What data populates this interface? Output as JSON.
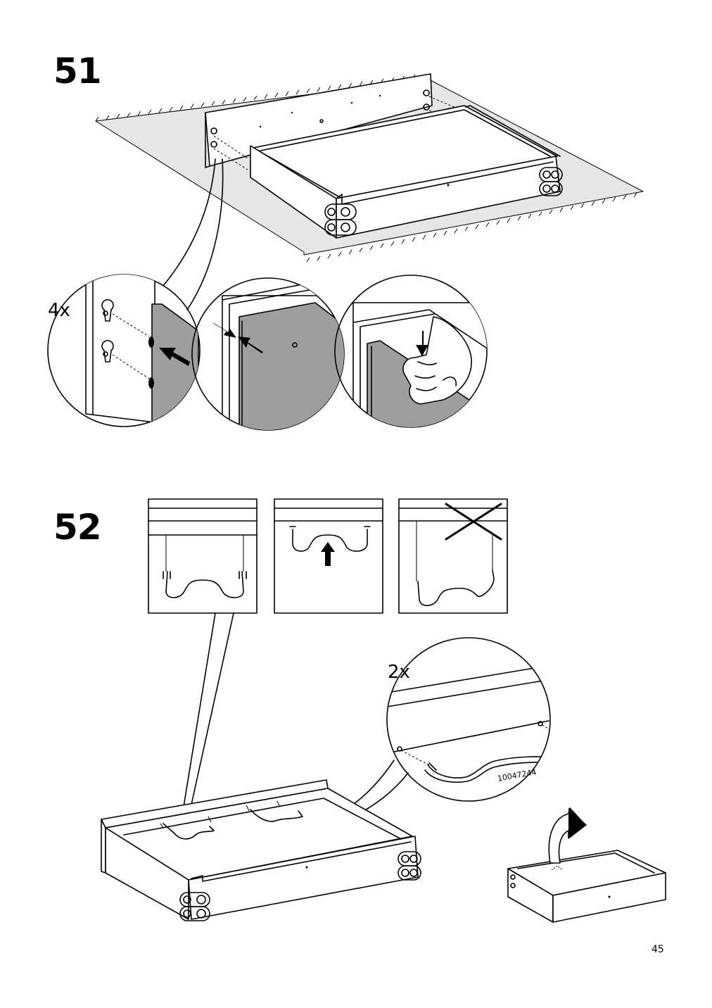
{
  "steps": {
    "step51": {
      "number": "51",
      "quantity": "4x"
    },
    "step52": {
      "number": "52",
      "quantity": "2x",
      "part_number": "10047244"
    }
  },
  "page": {
    "number": "45"
  }
}
